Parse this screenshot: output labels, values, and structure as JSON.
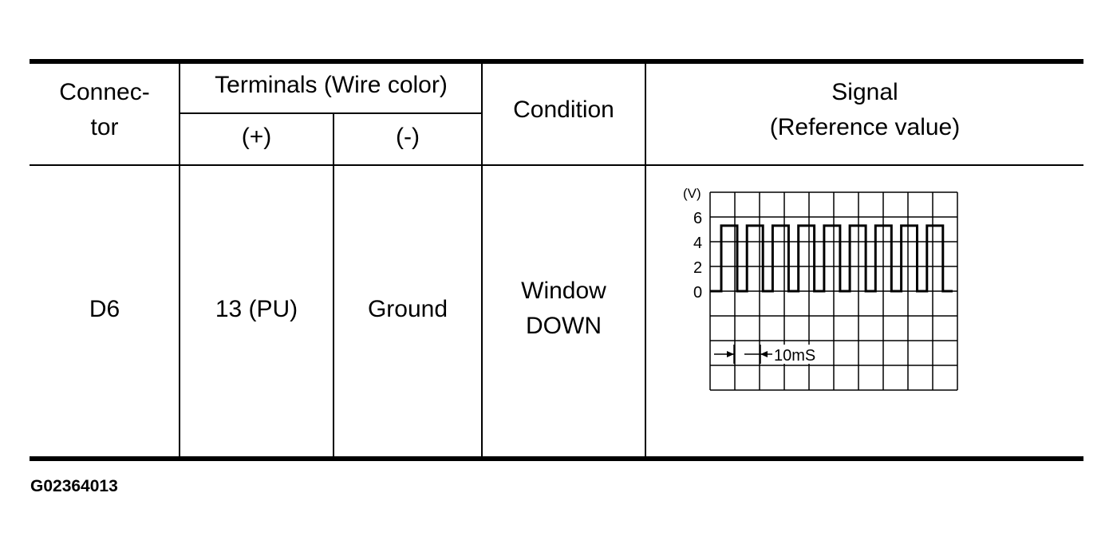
{
  "header": {
    "connector_lines": [
      "Connec-",
      "tor"
    ],
    "terminals": "Terminals (Wire color)",
    "plus": "(+)",
    "minus": "(-)",
    "condition": "Condition",
    "signal_lines": [
      "Signal",
      "(Reference value)"
    ]
  },
  "row": {
    "connector": "D6",
    "plus": "13 (PU)",
    "minus": "Ground",
    "condition_lines": [
      "Window",
      "DOWN"
    ]
  },
  "scope": {
    "unit_label": "(V)",
    "y_ticks": [
      "6",
      "4",
      "2",
      "0"
    ],
    "time_label": "10mS",
    "waveform": {
      "type": "square",
      "low_v": 0,
      "high_v": 5.3,
      "pulses": 9
    }
  },
  "figure_id": "G02364013"
}
